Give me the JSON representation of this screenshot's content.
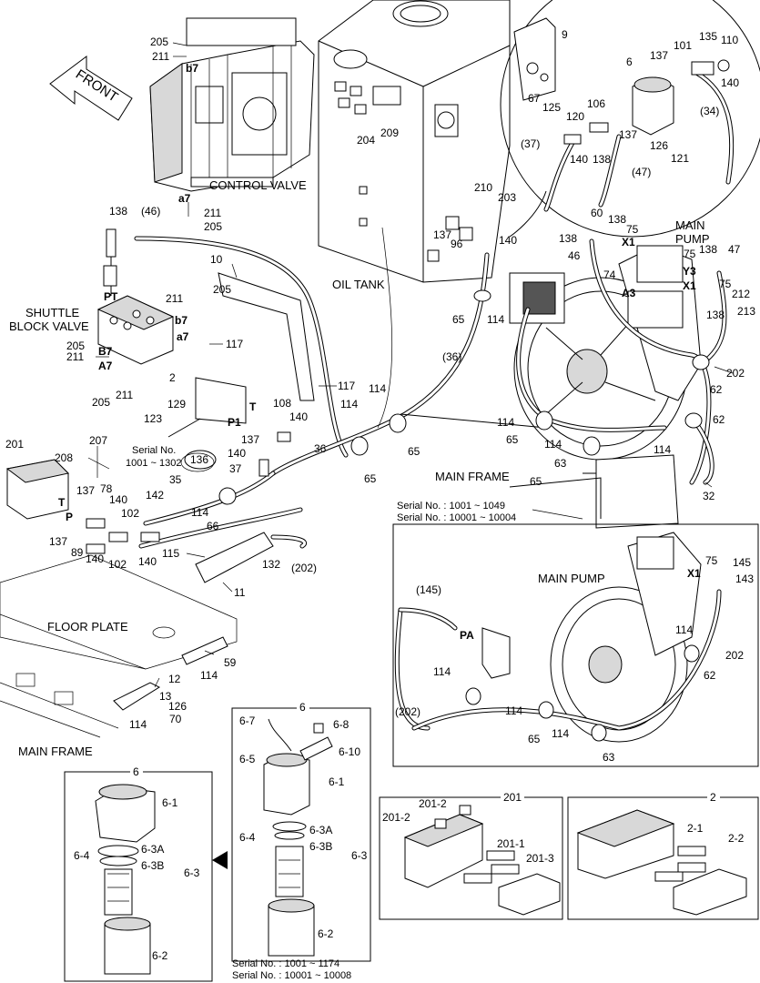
{
  "callouts": {
    "front": "FRONT",
    "control_valve": "CONTROL VALVE",
    "oil_tank": "OIL TANK",
    "shuttle_block_valve_1": "SHUTTLE",
    "shuttle_block_valve_2": "BLOCK VALVE",
    "main_pump_1": "MAIN",
    "main_pump_2": "PUMP",
    "main_frame": "MAIN FRAME",
    "floor_plate": "FLOOR PLATE",
    "main_frame_bottom": "MAIN FRAME",
    "main_pump_inset": "MAIN PUMP"
  },
  "serials": {
    "s_136_1": "Serial No.",
    "s_136_2": "1001 ~ 1302",
    "inset_pump_1": "Serial No. : 1001 ~ 1049",
    "inset_pump_2": "Serial No. : 10001 ~ 10004",
    "inset_filter_1": "Serial No. : 1001 ~ 1174",
    "inset_filter_2": "Serial No. : 10001 ~ 10008"
  },
  "box_titles": {
    "box_6a": "6",
    "box_6b": "6",
    "box_201": "201",
    "box_2": "2"
  },
  "part_numbers": {
    "p205a": "205",
    "p211a": "211",
    "p_b7a": "b7",
    "p204": "204",
    "p209": "209",
    "p_a7a": "a7",
    "p211b": "211",
    "p205b": "205",
    "p138a": "138",
    "p46a": "(46)",
    "p210": "210",
    "p203": "203",
    "p137a": "137",
    "p96": "96",
    "p140a": "140",
    "p60": "60",
    "p138b": "138",
    "p138c": "138",
    "p75a": "75",
    "p_x1a": "X1",
    "p46b": "46",
    "p75b": "75",
    "p138d": "138",
    "p47": "47",
    "p_y3": "Y3",
    "p_x1b": "X1",
    "p75c": "75",
    "p74": "74",
    "p_a3": "A3",
    "p212": "212",
    "p138e": "138",
    "p213": "213",
    "p_pt": "PT",
    "p211c": "211",
    "p205c": "205",
    "p_b7b": "b7",
    "p_a7b": "a7",
    "p10": "10",
    "p117a": "117",
    "p205d": "205",
    "p_b7c": "B7",
    "p_a7c": "A7",
    "p211d": "211",
    "p211e": "211",
    "p205e": "205",
    "p65a": "65",
    "p114a": "114",
    "p36a": "(36)",
    "p2": "2",
    "p129": "129",
    "p_t1": "T",
    "p_p1": "P1",
    "p117b": "117",
    "p123": "123",
    "p114b": "114",
    "p114c": "114",
    "p108": "108",
    "p140b": "140",
    "p137b": "137",
    "p140c": "140",
    "p36b": "36",
    "p65b": "65",
    "p65c": "65",
    "p114d": "114",
    "p65d": "65",
    "p114e": "114",
    "p62a": "62",
    "p202a": "202",
    "p62b": "62",
    "p114f": "114",
    "p32": "32",
    "p207": "207",
    "p201": "201",
    "p208": "208",
    "p136": "136",
    "p37": "37",
    "p35": "35",
    "p137c": "137",
    "p78": "78",
    "p_t2": "T",
    "p140d": "140",
    "p142": "142",
    "p102a": "102",
    "p_p2": "P",
    "p137d": "137",
    "p89": "89",
    "p140e": "140",
    "p102b": "102",
    "p140f": "140",
    "p114g": "114",
    "p66": "66",
    "p65e": "65",
    "p63a": "63",
    "p115": "115",
    "p132": "132",
    "p202b": "(202)",
    "p11": "11",
    "p59": "59",
    "p114h": "114",
    "p12": "12",
    "p13": "13",
    "p126a": "126",
    "p114i": "114",
    "p70": "70",
    "p9": "9",
    "p6a": "6",
    "p101": "101",
    "p135": "135",
    "p110": "110",
    "p137e": "137",
    "p140g": "140",
    "p67": "67",
    "p125": "125",
    "p120": "120",
    "p106": "106",
    "p34": "(34)",
    "p37b": "(37)",
    "p140h": "140",
    "p138f": "138",
    "p137f": "137",
    "p126b": "126",
    "p121": "121",
    "p47b": "(47)",
    "p145a": "(145)",
    "p_pa": "PA",
    "p75d": "75",
    "p145b": "145",
    "p_x1c": "X1",
    "p143": "143",
    "p114j": "114",
    "p202c": "202",
    "p62c": "62",
    "p114k": "114",
    "p114l": "114",
    "p65f": "65",
    "p114m": "114",
    "p63b": "63",
    "p202d": "(202)",
    "f6_7": "6-7",
    "f6_8": "6-8",
    "f6_5": "6-5",
    "f6_10": "6-10",
    "f6_1a": "6-1",
    "f6_4a": "6-4",
    "f6_3a_a": "6-3A",
    "f6_3b_a": "6-3B",
    "f6_3a": "6-3",
    "f6_2a": "6-2",
    "f6_1b": "6-1",
    "f6_4b": "6-4",
    "f6_3a_b": "6-3A",
    "f6_3b_b": "6-3B",
    "f6_3b": "6-3",
    "f6_2b": "6-2",
    "v201_2a": "201-2",
    "v201_2b": "201-2",
    "v201_1": "201-1",
    "v201_3": "201-3",
    "v2_1": "2-1",
    "v2_2": "2-2"
  }
}
